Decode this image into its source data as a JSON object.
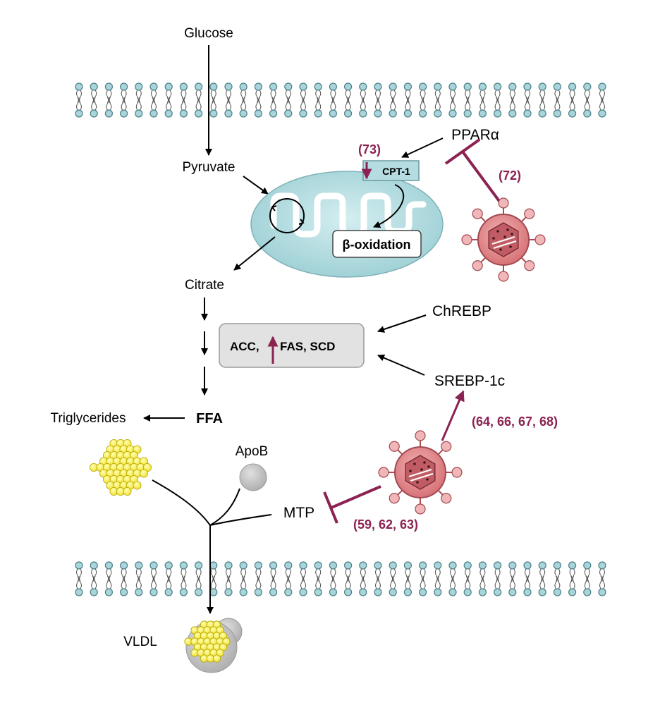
{
  "labels": {
    "glucose": "Glucose",
    "pyruvate": "Pyruvate",
    "citrate": "Citrate",
    "cpt1": "CPT-1",
    "beta_oxidation": "β-oxidation",
    "ppara": "PPARα",
    "chrebp": "ChREBP",
    "srebp": "SREBP-1c",
    "enzymes_pre": "ACC,",
    "enzymes_post": "FAS, SCD",
    "triglycerides": "Triglycerides",
    "ffa": "FFA",
    "apob": "ApoB",
    "mtp": "MTP",
    "vldl": "VLDL"
  },
  "references": {
    "cpt1_ref": "(73)",
    "ppara_ref": "(72)",
    "srebp_ref": "(64, 66, 67, 68)",
    "mtp_ref": "(59, 62, 63)"
  },
  "colors": {
    "reference_accent": "#8b2252",
    "membrane_head": "#a8d4da",
    "mitochondrion": "#b5dde1",
    "virus": "#e8979a",
    "lipid": "#fff35a",
    "apob": "#c8c8c8",
    "enzyme_box": "#e2e2e2"
  }
}
